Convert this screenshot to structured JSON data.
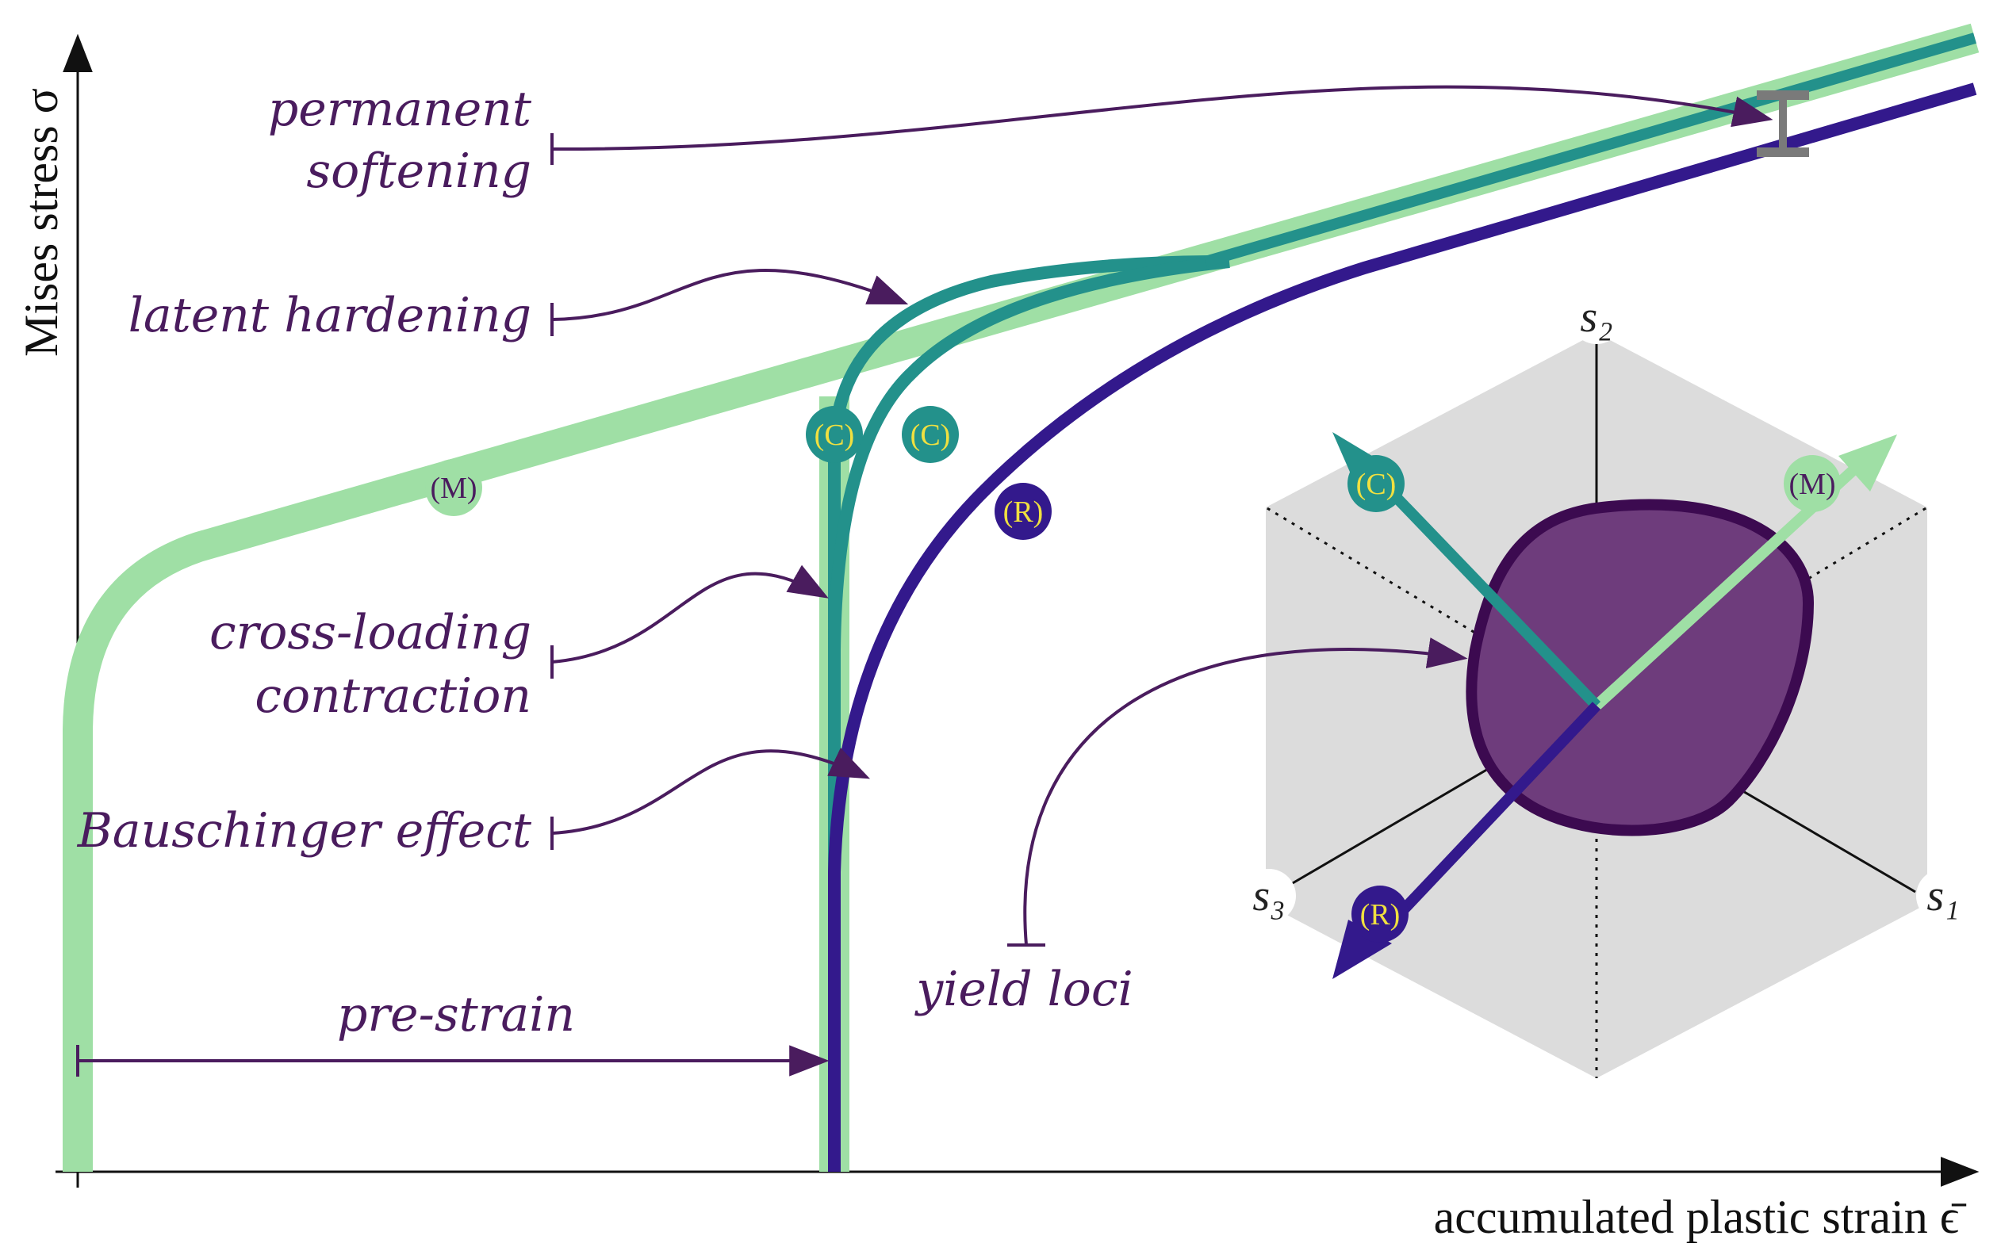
{
  "colors": {
    "M": "#9fdfa5",
    "C": "#23918b",
    "R": "#33198c",
    "annotation": "#4a1c5e",
    "badge_text_yellow": "#f0e040",
    "badge_text_dark": "#4a1c5e",
    "yield_fill": "#6e3c7c",
    "yield_stroke": "#3c0a50",
    "hexagon": "#dcdcdc",
    "softening_bar": "#7a7a7a"
  },
  "axes": {
    "y_label": "Mises stress σ",
    "x_label": "accumulated plastic strain ϵ̄"
  },
  "annotations": {
    "permanent_line1": "permanent",
    "permanent_line2": "softening",
    "latent": "latent hardening",
    "cross_line1": "cross-loading",
    "cross_line2": "contraction",
    "bauschinger": "Bauschinger effect",
    "prestrain": "pre-strain",
    "yield_loci": "yield loci"
  },
  "badges": {
    "M": "(M)",
    "C": "(C)",
    "R": "(R)"
  },
  "deviatoric_axes": {
    "s1": "s₁",
    "s2": "s₂",
    "s3": "s₃"
  }
}
